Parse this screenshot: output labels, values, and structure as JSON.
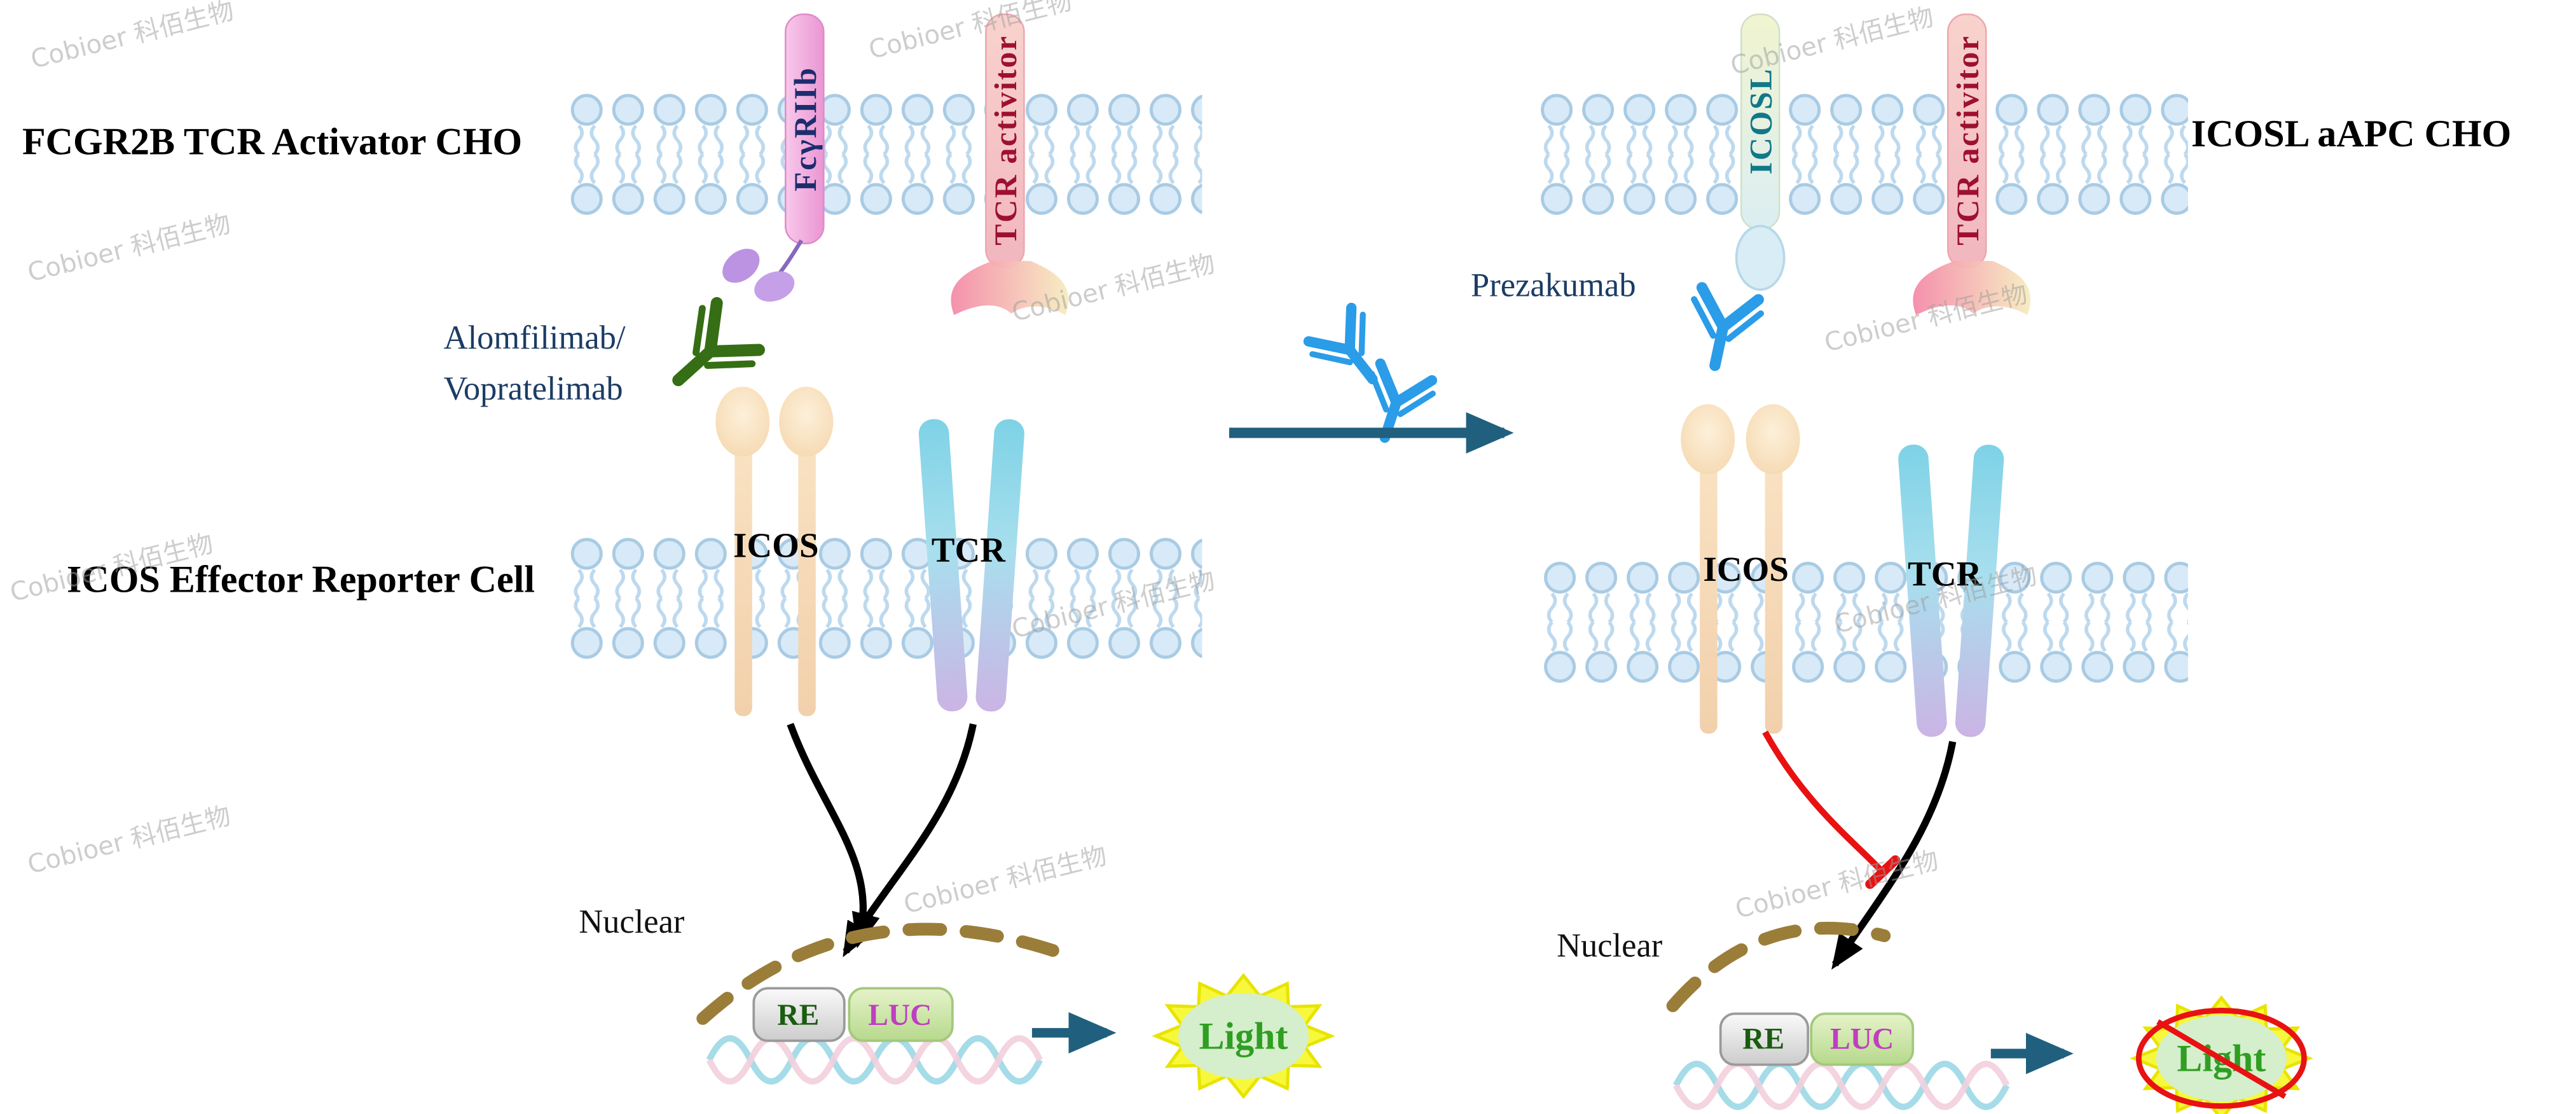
{
  "watermark": {
    "text": "Cobioer 科佰生物"
  },
  "colors": {
    "membrane_blue": "#d8eaf7",
    "arrow_teal": "#20607e",
    "inhibit_red": "#e81212",
    "light_green_text": "#2f9e22",
    "burst_yellow": "#f7f83c",
    "tcr_label_red": "#b01345",
    "antibody_green": "#356e14",
    "antibody_blue": "#2a9ce8",
    "nuclear_brown": "#9b7d3a"
  },
  "left": {
    "cell_label": "FCGR2B TCR Activator CHO",
    "effector_label": "ICOS Effector Reporter Cell",
    "fcgr2b": "FcγRIIb",
    "tcr_activator": "TCR activitor",
    "antibody_line1": "Alomfilimab/",
    "antibody_line2": "Vopratelimab",
    "icos": "ICOS",
    "tcr": "TCR",
    "nuclear": "Nuclear",
    "re": "RE",
    "luc": "LUC",
    "light": "Light"
  },
  "right": {
    "cell_label": "ICOSL aAPC CHO",
    "icosl": "ICOSL",
    "tcr_activator": "TCR activitor",
    "antibody": "Prezakumab",
    "icos": "ICOS",
    "tcr": "TCR",
    "nuclear": "Nuclear",
    "re": "RE",
    "luc": "LUC",
    "light": "Light"
  }
}
